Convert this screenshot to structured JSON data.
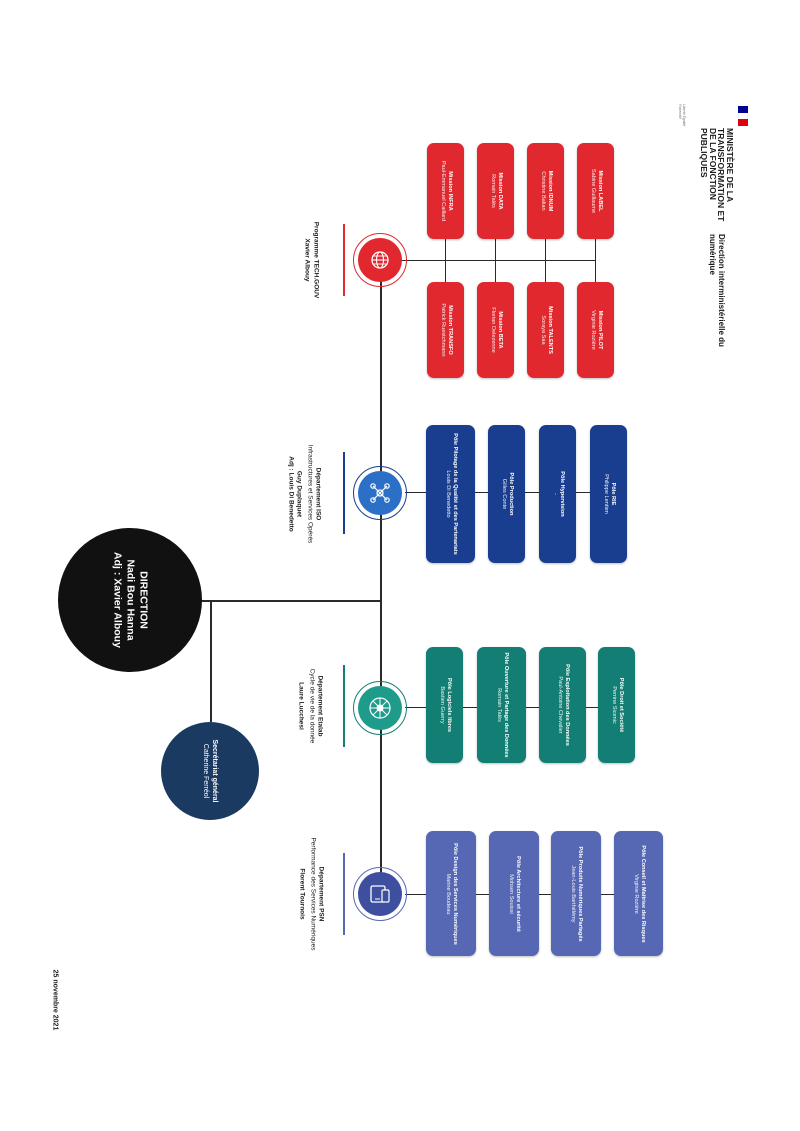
{
  "header": {
    "ministry": "MINISTÈRE DE LA TRANSFORMATION ET DE LA FONCTION PUBLIQUES",
    "motto": "Liberté Égalité Fraternité",
    "agency": "Direction interministérielle du numérique"
  },
  "direction": {
    "title": "DIRECTION",
    "name": "Nadi Bou Hanna",
    "deputy": "Adj : Xavier Albouy"
  },
  "secretariat": {
    "title": "Secrétariat général",
    "name": "Catherine Ferréol"
  },
  "date": "25 novembre 2021",
  "colors": {
    "programme": "#e0282e",
    "iso": "#1a3e8f",
    "etalab": "#137f74",
    "psn": "#5668b4",
    "direction": "#111111",
    "secretariat": "#1b3a62"
  },
  "departments": [
    {
      "id": "programme",
      "title": "Programme TECH.GOUV",
      "subtitle": "",
      "head": "Xavier Albouy",
      "deputy": "",
      "icon": "globe-icon",
      "poles_top": [
        {
          "title": "Mission LABEL",
          "name": "Sabine Guillaume"
        },
        {
          "title": "Mission IDNUM",
          "name": "Christine Balian"
        },
        {
          "title": "Mission DATA",
          "name": "Romain Talès"
        },
        {
          "title": "Mission INFRA",
          "name": "Paul-Emmanuel Caillard"
        }
      ],
      "poles_bottom": [
        {
          "title": "Mission PILOT",
          "name": "Virginie Rozière"
        },
        {
          "title": "Mission TALENTS",
          "name": "Soraya Saa"
        },
        {
          "title": "Mission BETA",
          "name": "Florian Delezenne"
        },
        {
          "title": "Mission TRANSFO",
          "name": "Patrick Ruestchmann"
        }
      ]
    },
    {
      "id": "iso",
      "title": "Département ISO",
      "subtitle": "Infrastructures et Services Opérés",
      "head": "Guy Duplaquet",
      "deputy": "Adj : Louis Di Benedetto",
      "icon": "network-icon",
      "poles": [
        {
          "title": "Pôle RIE",
          "name": "Philippe Lentien"
        },
        {
          "title": "Pôle Hypervision",
          "name": "-"
        },
        {
          "title": "Pôle Production",
          "name": "Gilles Conte"
        },
        {
          "title": "Pôle Pilotage de la Qualité et des Partenariats",
          "name": "Louis Di Benedetto"
        }
      ]
    },
    {
      "id": "etalab",
      "title": "Département Etalab",
      "subtitle": "Cycle de vie de la donnée",
      "head": "Laure Lucchesi",
      "deputy": "",
      "icon": "etalab-icon",
      "poles": [
        {
          "title": "Pôle Droit et Société",
          "name": "Perrine Sicenic"
        },
        {
          "title": "Pôle Exploitation des Données",
          "name": "Paul-Antoine Chevalier"
        },
        {
          "title": "Pôle Ouverture et Partage des Données",
          "name": "Romain Talès"
        },
        {
          "title": "Pôle Logiciels libres",
          "name": "Bastien Guerry"
        }
      ]
    },
    {
      "id": "psn",
      "title": "Département PSN",
      "subtitle": "Performance des Services Numériques",
      "head": "Florent Tournois",
      "deputy": "",
      "icon": "devices-icon",
      "poles": [
        {
          "title": "Pôle Conseil et Maîtrise des Risques",
          "name": "Virginie Rozière"
        },
        {
          "title": "Pôle Produits Numériques Partagés",
          "name": "Jean-Louis Barthélémy"
        },
        {
          "title": "Pôle Architecture et sécurité",
          "name": "Mohsen Souissi"
        },
        {
          "title": "Pôle Design des Services Numériques",
          "name": "Marine Boudeau"
        }
      ]
    }
  ]
}
